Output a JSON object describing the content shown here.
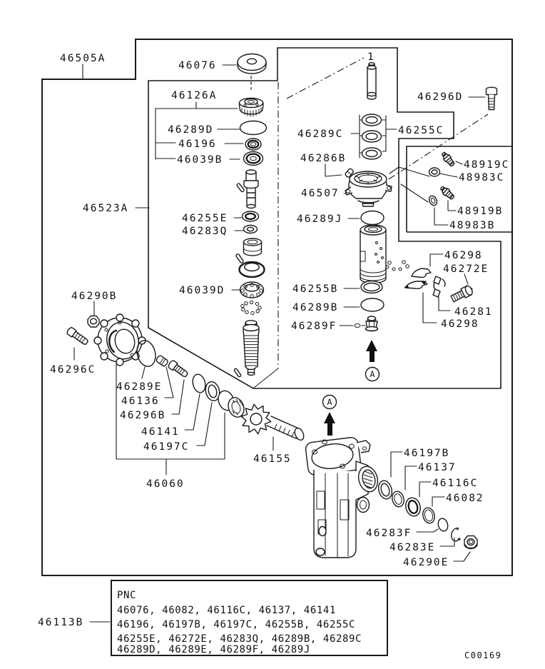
{
  "diagram": {
    "figure_code": "C00169",
    "colors": {
      "line": "#1a1a1a",
      "background": "#ffffff"
    },
    "callouts": [
      {
        "id": "l46505A",
        "text": "46505A"
      },
      {
        "id": "l46076",
        "text": "46076"
      },
      {
        "id": "l46126A",
        "text": "46126A"
      },
      {
        "id": "l46289D",
        "text": "46289D"
      },
      {
        "id": "l46196",
        "text": "46196"
      },
      {
        "id": "l46039B",
        "text": "46039B"
      },
      {
        "id": "l46523A",
        "text": "46523A"
      },
      {
        "id": "l46255E",
        "text": "46255E"
      },
      {
        "id": "l46283Q",
        "text": "46283Q"
      },
      {
        "id": "l46039D",
        "text": "46039D"
      },
      {
        "id": "l46290B",
        "text": "46290B"
      },
      {
        "id": "l46296C",
        "text": "46296C"
      },
      {
        "id": "l46289E",
        "text": "46289E"
      },
      {
        "id": "l46136",
        "text": "46136"
      },
      {
        "id": "l46296B",
        "text": "46296B"
      },
      {
        "id": "l46141",
        "text": "46141"
      },
      {
        "id": "l46197C",
        "text": "46197C"
      },
      {
        "id": "l46060",
        "text": "46060"
      },
      {
        "id": "l46155",
        "text": "46155"
      },
      {
        "id": "l46296D",
        "text": "46296D"
      },
      {
        "id": "l46289C",
        "text": "46289C"
      },
      {
        "id": "l46255C",
        "text": "46255C"
      },
      {
        "id": "l46286B",
        "text": "46286B"
      },
      {
        "id": "l46507",
        "text": "46507"
      },
      {
        "id": "l48919C",
        "text": "48919C"
      },
      {
        "id": "l48983C",
        "text": "48983C"
      },
      {
        "id": "l48919B",
        "text": "48919B"
      },
      {
        "id": "l48983B",
        "text": "48983B"
      },
      {
        "id": "l46289J",
        "text": "46289J"
      },
      {
        "id": "l46298t",
        "text": "46298"
      },
      {
        "id": "l46272E",
        "text": "46272E"
      },
      {
        "id": "l46255B",
        "text": "46255B"
      },
      {
        "id": "l46289B",
        "text": "46289B"
      },
      {
        "id": "l46289F",
        "text": "46289F"
      },
      {
        "id": "l46281",
        "text": "46281"
      },
      {
        "id": "l46298b",
        "text": "46298"
      },
      {
        "id": "l46197B",
        "text": "46197B"
      },
      {
        "id": "l46137",
        "text": "46137"
      },
      {
        "id": "l46116C",
        "text": "46116C"
      },
      {
        "id": "l46082",
        "text": "46082"
      },
      {
        "id": "l46283F",
        "text": "46283F"
      },
      {
        "id": "l46283E",
        "text": "46283E"
      },
      {
        "id": "l46290E",
        "text": "46290E"
      },
      {
        "id": "l46113B",
        "text": "46113B"
      }
    ],
    "ref_markers": [
      {
        "id": "ref1",
        "text": "1",
        "style": "plain"
      },
      {
        "id": "refA_mid",
        "text": "A",
        "style": "circled"
      },
      {
        "id": "refA_bot",
        "text": "A",
        "style": "circled"
      }
    ],
    "pnc_box": {
      "header": "PNC",
      "lines": [
        "46076, 46082, 46116C, 46137, 46141",
        "46196, 46197B, 46197C, 46255B, 46255C",
        "46255E, 46272E, 46283Q, 46289B, 46289C",
        "46289D, 46289E, 46289F, 46289J"
      ]
    }
  }
}
